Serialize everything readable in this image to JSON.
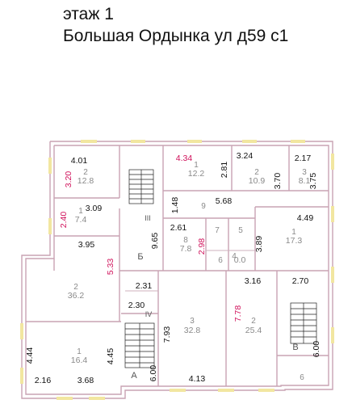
{
  "header": {
    "floor": "этаж 1",
    "address": "Большая Ордынка ул д59 с1"
  },
  "rooms": [
    {
      "id": "r-tl",
      "num": "2",
      "area": "12.8"
    },
    {
      "id": "r-top",
      "num": "1",
      "area": "12.2"
    },
    {
      "id": "r-tr1",
      "num": "2",
      "area": "10.9"
    },
    {
      "id": "r-tr2",
      "num": "3",
      "area": "8.1"
    },
    {
      "id": "r-l1",
      "num": "1",
      "area": "7.4"
    },
    {
      "id": "r-9",
      "num": "9",
      "area": ""
    },
    {
      "id": "r-8",
      "num": "8",
      "area": "7.8"
    },
    {
      "id": "r-7",
      "num": "7",
      "area": ""
    },
    {
      "id": "r-5",
      "num": "5",
      "area": ""
    },
    {
      "id": "r-6",
      "num": "6",
      "area": ""
    },
    {
      "id": "r-4",
      "num": "4",
      "area": "0.0"
    },
    {
      "id": "r-r1",
      "num": "1",
      "area": "17.3"
    },
    {
      "id": "r-big",
      "num": "2",
      "area": "36.2"
    },
    {
      "id": "r-c3",
      "num": "3",
      "area": "32.8"
    },
    {
      "id": "r-c2",
      "num": "2",
      "area": "25.4"
    },
    {
      "id": "r-bl",
      "num": "1",
      "area": "16.4"
    },
    {
      "id": "r-br6",
      "num": "6",
      "area": ""
    }
  ],
  "letters": {
    "b": "Б",
    "a": "А",
    "v": "В"
  },
  "roman": {
    "iii": "III",
    "iv": "IV"
  },
  "dimensions": {
    "d401": "4.01",
    "d320": "3.20",
    "d434": "4.34",
    "d281": "2.81",
    "d324": "3.24",
    "d217": "2.17",
    "d370": "3.70",
    "d375": "3.75",
    "d309": "3.09",
    "d240": "2.40",
    "d148": "1.48",
    "d568": "5.68",
    "d449": "4.49",
    "d395": "3.95",
    "d965": "9.65",
    "d261": "2.61",
    "d298": "2.98",
    "d389": "3.89",
    "d533": "5.33",
    "d316": "3.16",
    "d270": "2.70",
    "d231": "2.31",
    "d230": "2.30",
    "d793": "7.93",
    "d778": "7.78",
    "d444": "4.44",
    "d445": "4.45",
    "d600a": "6.00",
    "d600b": "6.00",
    "d216": "2.16",
    "d368": "3.68",
    "d413": "4.13"
  }
}
